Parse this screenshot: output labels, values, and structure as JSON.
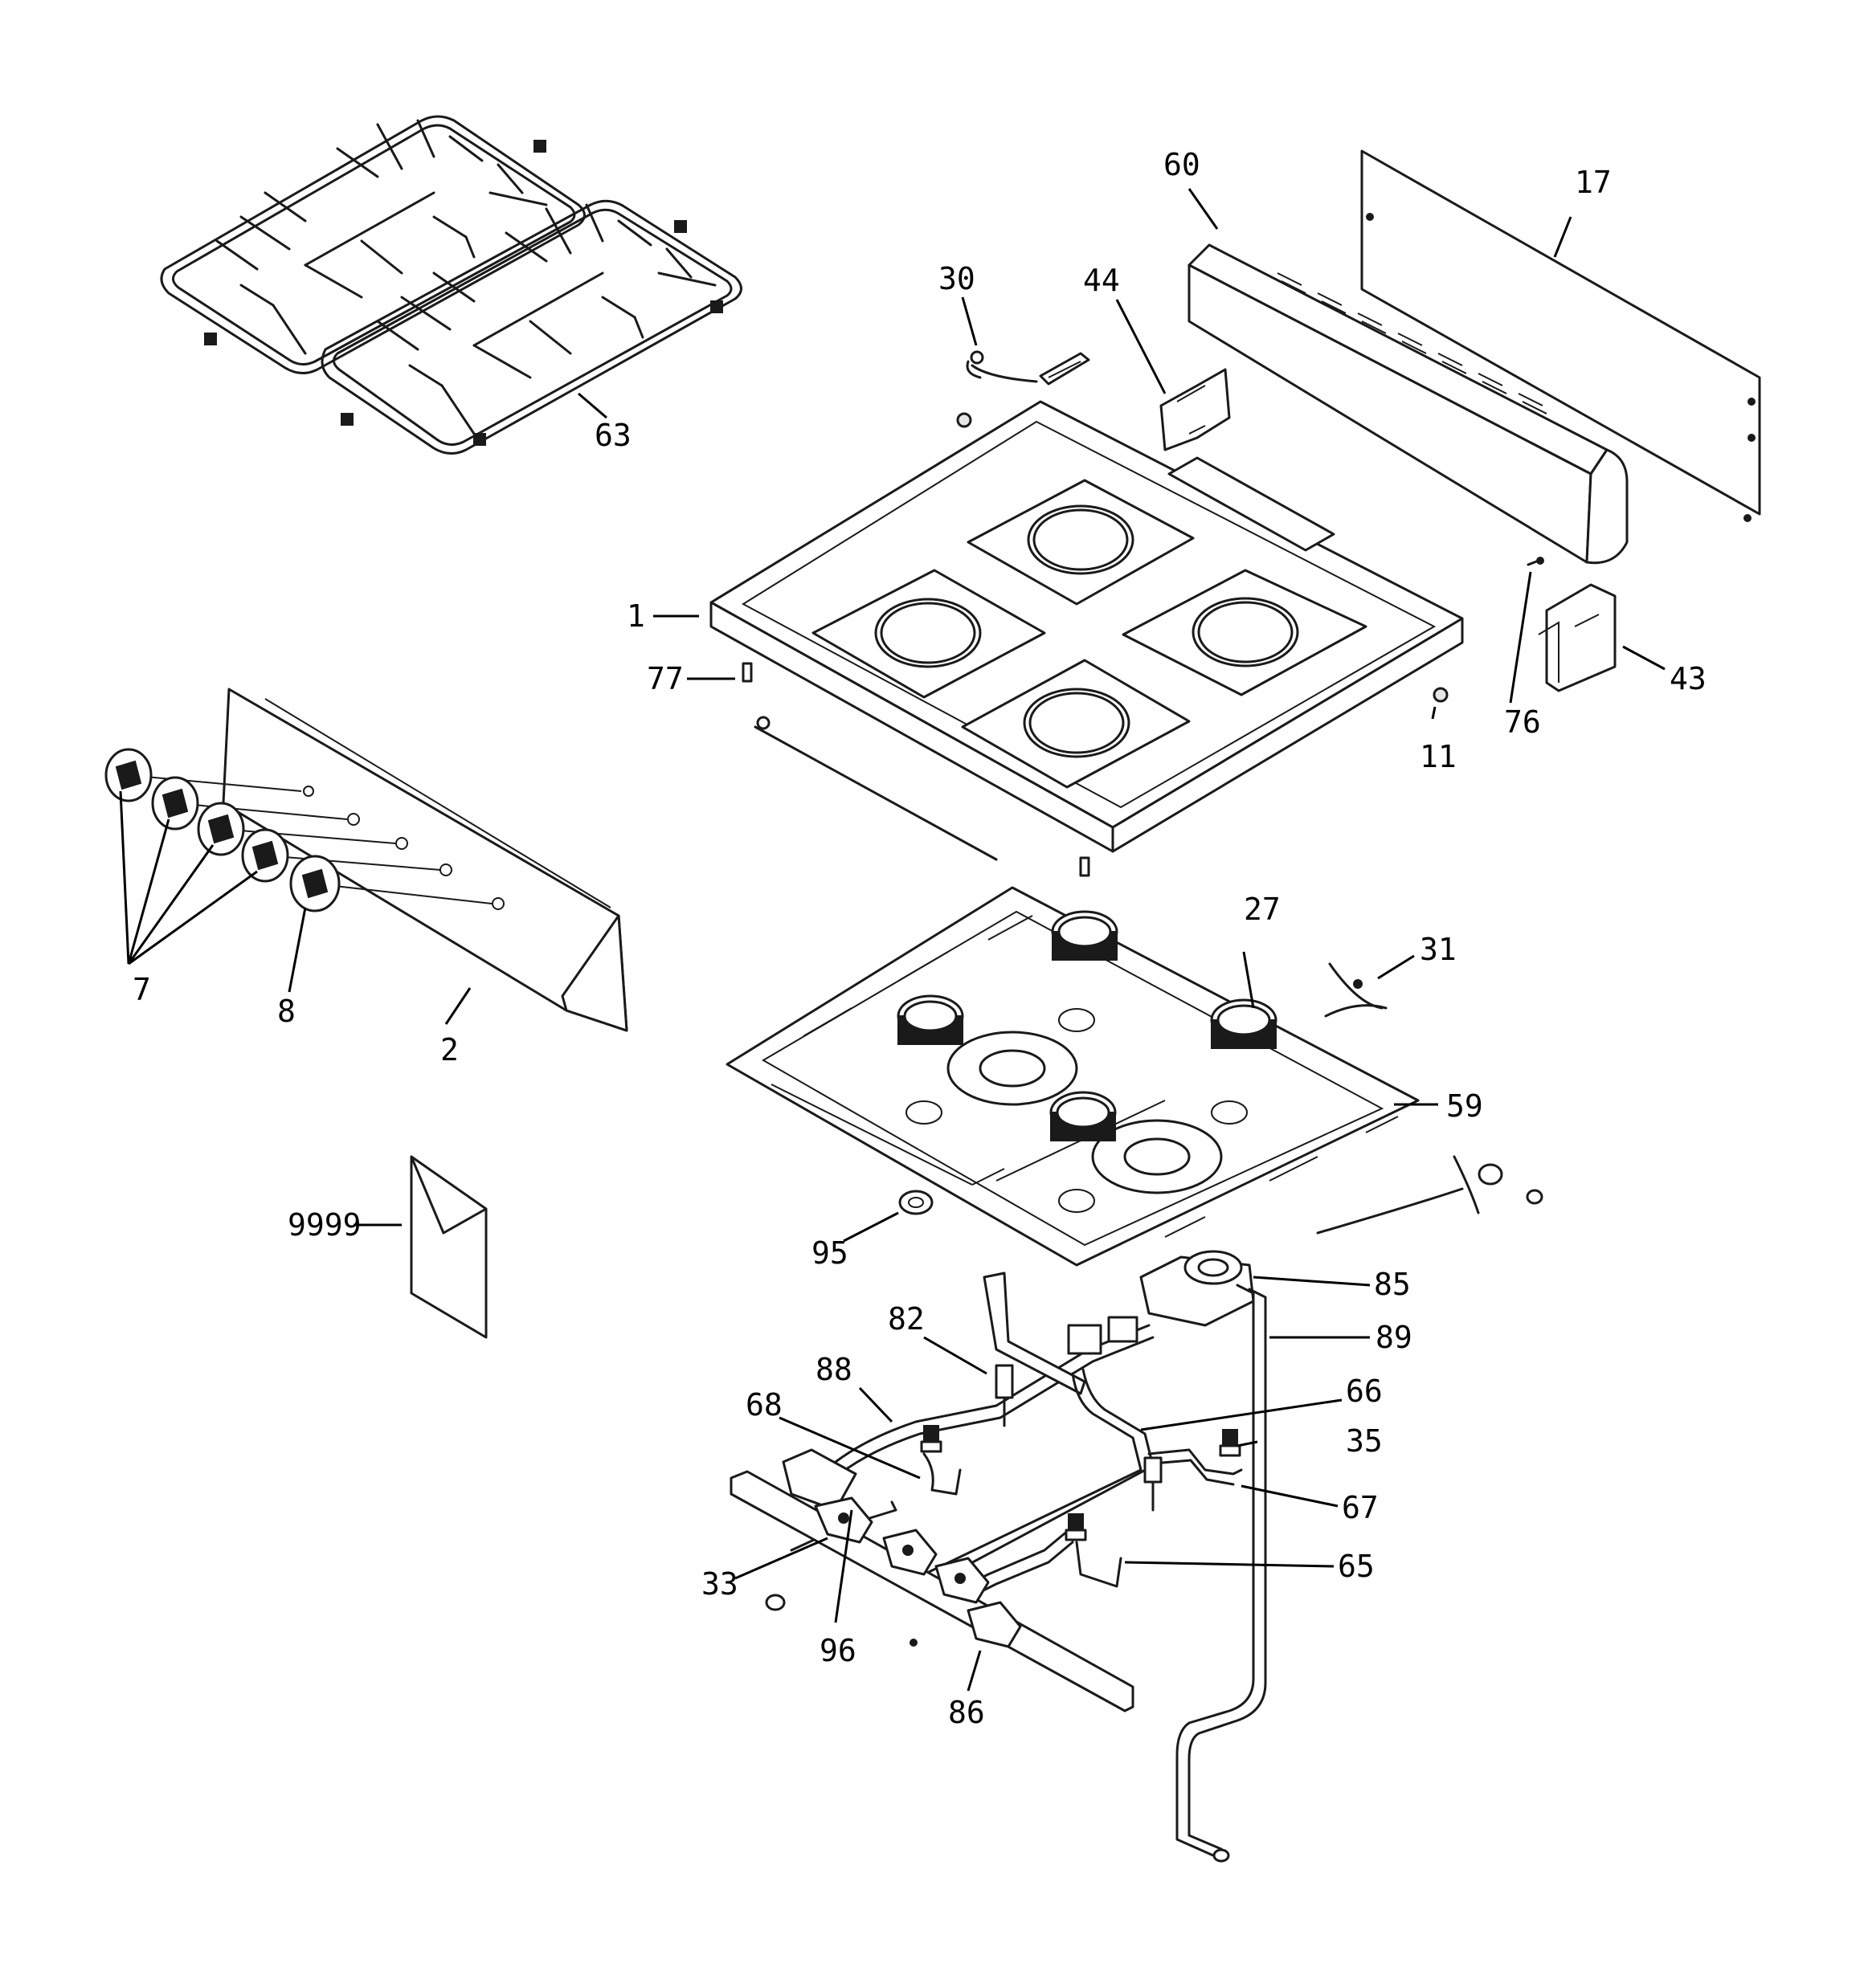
{
  "callouts": [
    {
      "id": "1",
      "text": "1"
    },
    {
      "id": "2",
      "text": "2"
    },
    {
      "id": "7",
      "text": "7"
    },
    {
      "id": "8",
      "text": "8"
    },
    {
      "id": "11",
      "text": "11"
    },
    {
      "id": "17",
      "text": "17"
    },
    {
      "id": "27",
      "text": "27"
    },
    {
      "id": "30",
      "text": "30"
    },
    {
      "id": "31",
      "text": "31"
    },
    {
      "id": "33",
      "text": "33"
    },
    {
      "id": "35",
      "text": "35"
    },
    {
      "id": "43",
      "text": "43"
    },
    {
      "id": "44",
      "text": "44"
    },
    {
      "id": "59",
      "text": "59"
    },
    {
      "id": "60",
      "text": "60"
    },
    {
      "id": "63",
      "text": "63"
    },
    {
      "id": "65",
      "text": "65"
    },
    {
      "id": "66",
      "text": "66"
    },
    {
      "id": "67",
      "text": "67"
    },
    {
      "id": "68",
      "text": "68"
    },
    {
      "id": "76",
      "text": "76"
    },
    {
      "id": "77",
      "text": "77"
    },
    {
      "id": "82",
      "text": "82"
    },
    {
      "id": "85",
      "text": "85"
    },
    {
      "id": "86",
      "text": "86"
    },
    {
      "id": "88",
      "text": "88"
    },
    {
      "id": "89",
      "text": "89"
    },
    {
      "id": "95",
      "text": "95"
    },
    {
      "id": "96",
      "text": "96"
    },
    {
      "id": "9999",
      "text": "9999"
    }
  ],
  "colors": {
    "line": "#1a1a1a",
    "background": "#ffffff"
  }
}
